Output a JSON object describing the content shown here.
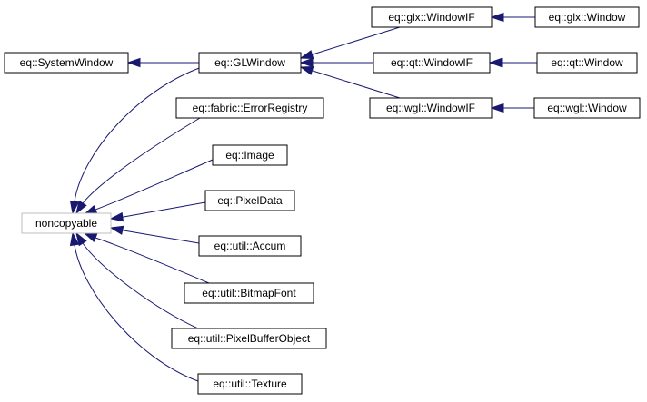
{
  "diagram": {
    "title": "",
    "colors": {
      "edge": "#191970",
      "node_border": "#000000",
      "external_border": "#bfbfbf",
      "background": "#ffffff"
    },
    "nodes": {
      "glx_window_if": "eq::glx::WindowIF",
      "glx_window": "eq::glx::Window",
      "system_window": "eq::SystemWindow",
      "gl_window": "eq::GLWindow",
      "qt_window_if": "eq::qt::WindowIF",
      "qt_window": "eq::qt::Window",
      "error_registry": "eq::fabric::ErrorRegistry",
      "wgl_window_if": "eq::wgl::WindowIF",
      "wgl_window": "eq::wgl::Window",
      "image": "eq::Image",
      "pixel_data": "eq::PixelData",
      "noncopyable": "noncopyable",
      "accum": "eq::util::Accum",
      "bitmap_font": "eq::util::BitmapFont",
      "pixel_buffer_object": "eq::util::PixelBufferObject",
      "texture": "eq::util::Texture"
    },
    "edges": [
      {
        "from": "glx_window",
        "to": "glx_window_if"
      },
      {
        "from": "qt_window",
        "to": "qt_window_if"
      },
      {
        "from": "wgl_window",
        "to": "wgl_window_if"
      },
      {
        "from": "glx_window_if",
        "to": "gl_window"
      },
      {
        "from": "qt_window_if",
        "to": "gl_window"
      },
      {
        "from": "wgl_window_if",
        "to": "gl_window"
      },
      {
        "from": "gl_window",
        "to": "system_window"
      },
      {
        "from": "gl_window",
        "to": "noncopyable"
      },
      {
        "from": "error_registry",
        "to": "noncopyable"
      },
      {
        "from": "image",
        "to": "noncopyable"
      },
      {
        "from": "pixel_data",
        "to": "noncopyable"
      },
      {
        "from": "accum",
        "to": "noncopyable"
      },
      {
        "from": "bitmap_font",
        "to": "noncopyable"
      },
      {
        "from": "pixel_buffer_object",
        "to": "noncopyable"
      },
      {
        "from": "texture",
        "to": "noncopyable"
      }
    ]
  }
}
